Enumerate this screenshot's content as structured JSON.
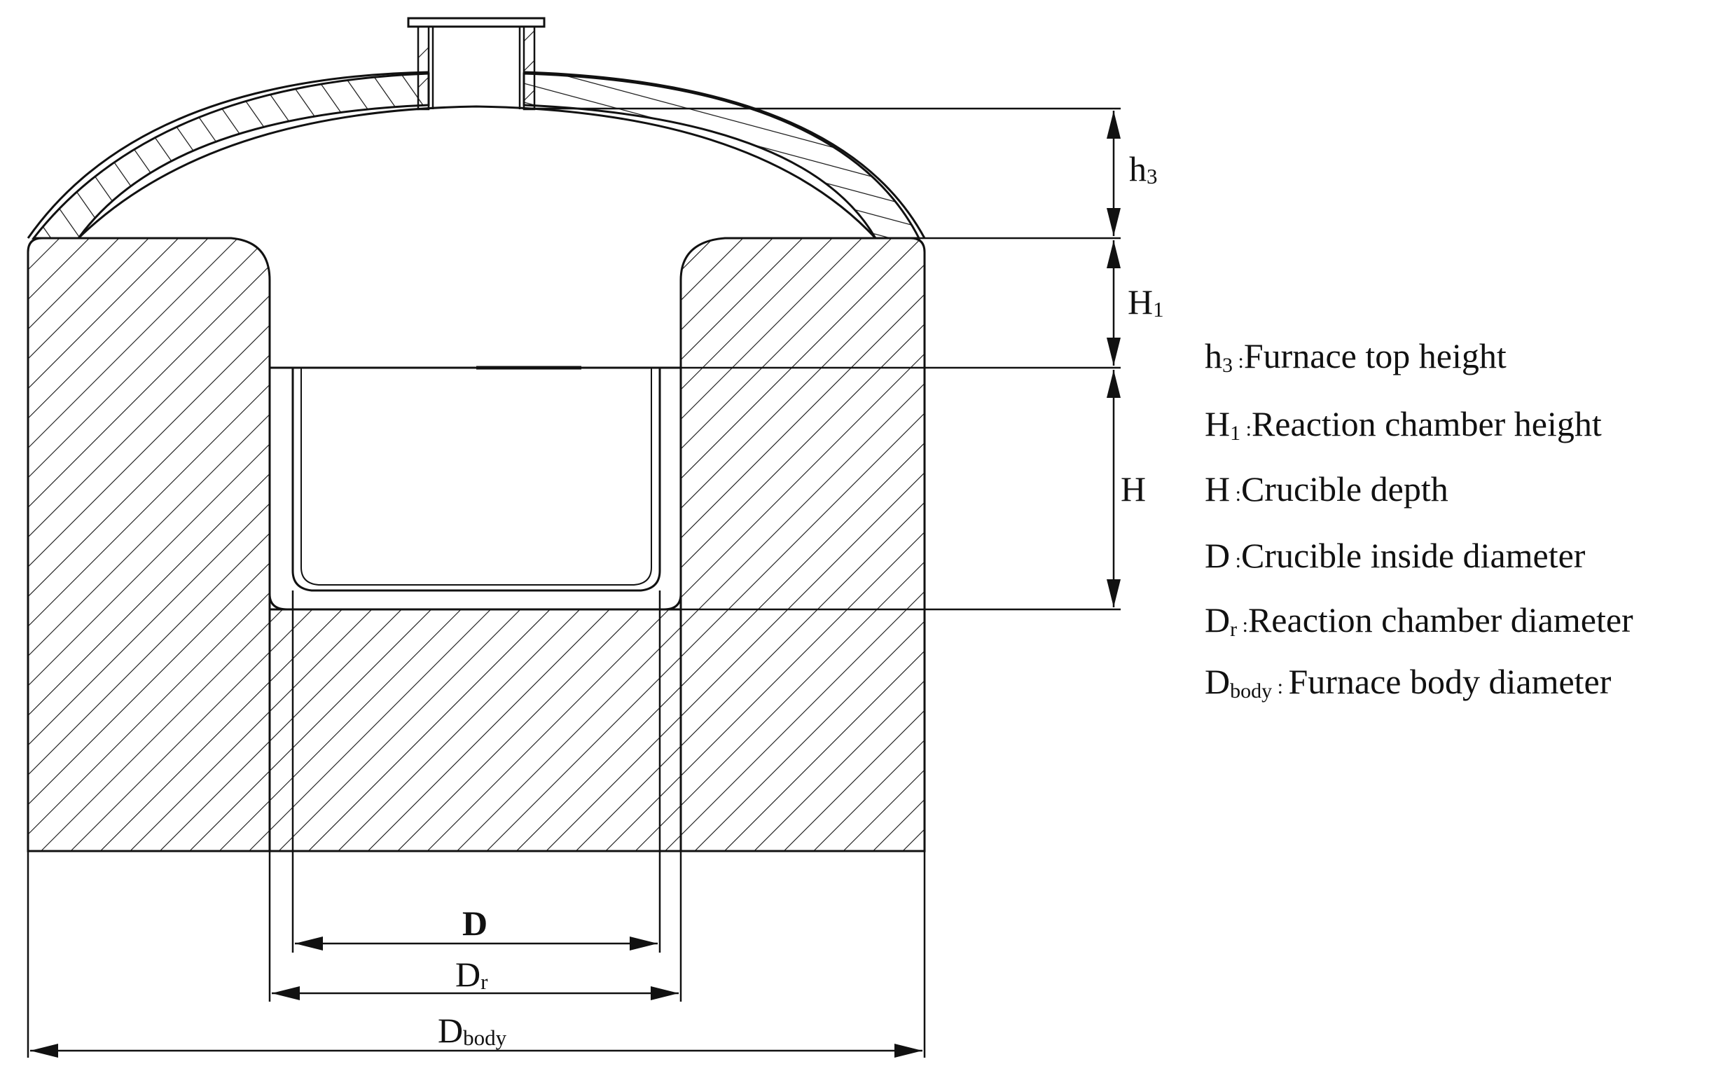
{
  "dimensions": {
    "h3": {
      "symbol": "h",
      "sub": "3"
    },
    "H1": {
      "symbol": "H",
      "sub": "1"
    },
    "H": {
      "symbol": "H",
      "sub": ""
    },
    "D": {
      "symbol": "D",
      "sub": ""
    },
    "Dr": {
      "symbol": "D",
      "sub": "r"
    },
    "Dbody": {
      "symbol": "D",
      "sub": "body"
    }
  },
  "legend": [
    {
      "symbol": "h",
      "sub": "3",
      "sep": " :",
      "text": "Furnace top height"
    },
    {
      "symbol": "H",
      "sub": "1",
      "sep": " :",
      "text": "Reaction chamber height"
    },
    {
      "symbol": "H",
      "sub": "",
      "sep": " :",
      "text": "Crucible depth"
    },
    {
      "symbol": "D",
      "sub": "",
      "sep": " :",
      "text": "Crucible inside diameter"
    },
    {
      "symbol": "D",
      "sub": "r",
      "sep": " :",
      "text": "Reaction chamber diameter"
    },
    {
      "symbol": "D",
      "sub": "body",
      "sep": " : ",
      "text": "Furnace body diameter"
    }
  ],
  "colors": {
    "line": "#111111",
    "background": "#ffffff"
  }
}
